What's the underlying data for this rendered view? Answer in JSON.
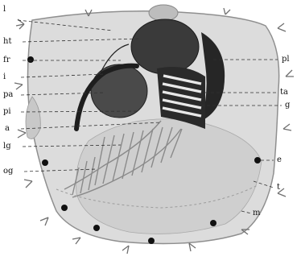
{
  "figure": {
    "labels_left": [
      "l",
      "ht",
      "fr",
      "i",
      "pa",
      "pi",
      "a",
      "lg",
      "og"
    ],
    "labels_right": [
      "pl",
      "ta",
      "g",
      "e",
      "t",
      "m"
    ],
    "colors": {
      "body_fill": "#d9d9d9",
      "body_outline": "#8f8f8f",
      "dark_organ": "#2e2e2e",
      "mid_organ": "#555555",
      "gill_stripe": "#9a9a9a",
      "spine": "#6f6f6f",
      "leader_line": "#333333"
    }
  }
}
